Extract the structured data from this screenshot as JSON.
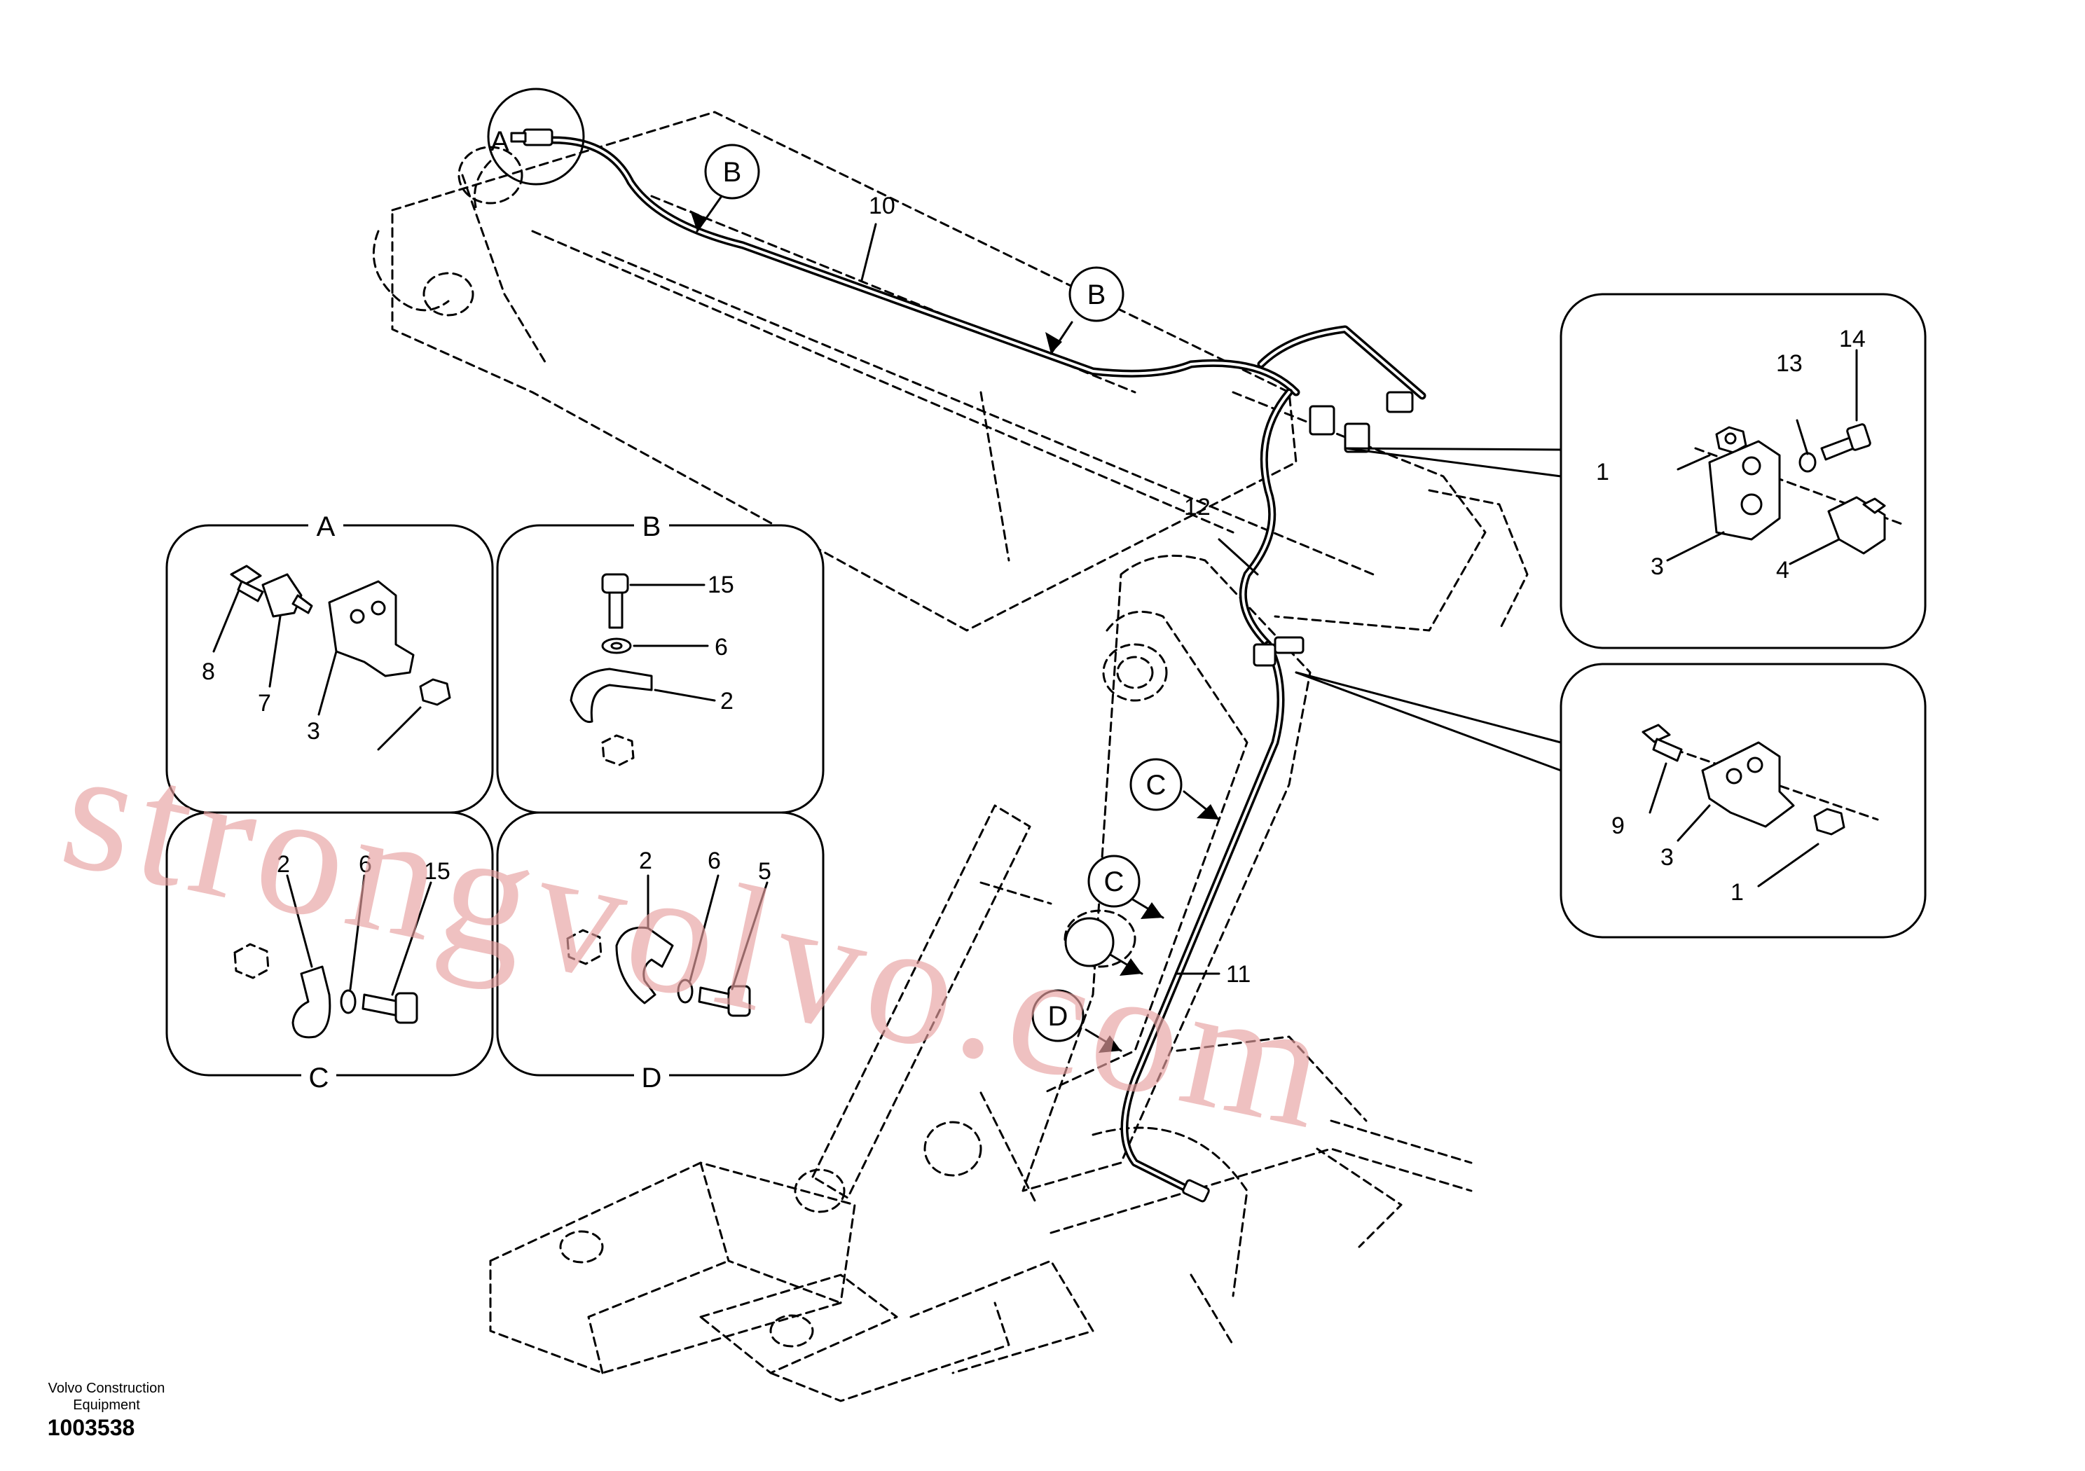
{
  "company": "Volvo Construction\nEquipment",
  "company_line1": "Volvo Construction",
  "company_line2": "Equipment",
  "drawing_number": "1003538",
  "watermark": "strongvolvo.com",
  "callouts": {
    "p1": "1",
    "p2": "2",
    "p3": "3",
    "p4": "4",
    "p5": "5",
    "p6": "6",
    "p7": "7",
    "p8": "8",
    "p9": "9",
    "p10": "10",
    "p11": "11",
    "p12": "12",
    "p13": "13",
    "p14": "14",
    "p15": "15"
  },
  "view_labels": {
    "A": "A",
    "B": "B",
    "C": "C",
    "D": "D"
  },
  "colors": {
    "line": "#000000",
    "background": "#ffffff",
    "watermark": "#e8a0a0"
  }
}
